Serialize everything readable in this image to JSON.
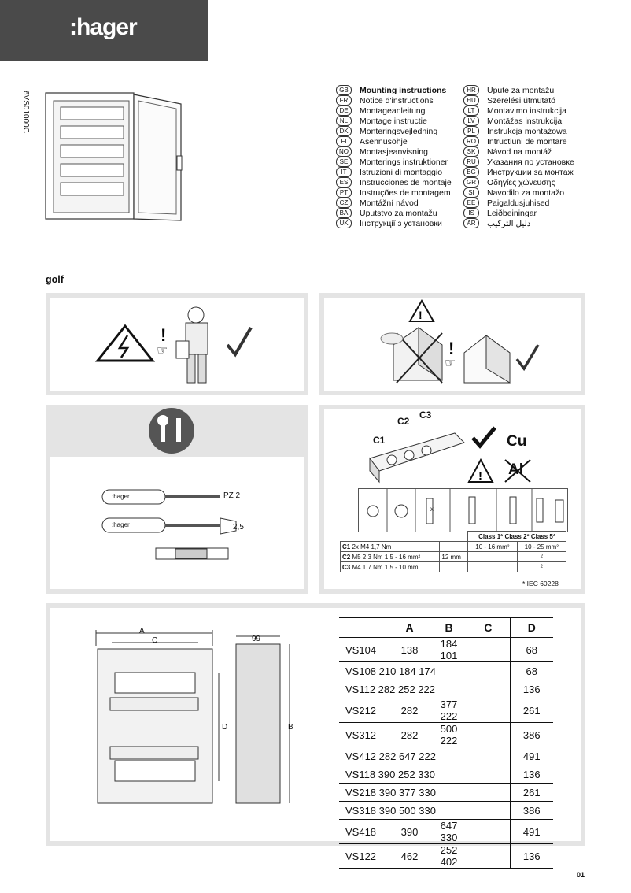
{
  "brand": ":hager",
  "doc_code": "6VS01000C",
  "languages_left": [
    {
      "code": "GB",
      "title": "Mounting instructions",
      "bold": true
    },
    {
      "code": "FR",
      "title": "Notice d'instructions"
    },
    {
      "code": "DE",
      "title": "Montageanleitung"
    },
    {
      "code": "NL",
      "title": "Montage instructie"
    },
    {
      "code": "DK",
      "title": "Monteringsvejledning"
    },
    {
      "code": "FI",
      "title": "Asennusohje"
    },
    {
      "code": "NO",
      "title": "Montasjeanvisning"
    },
    {
      "code": "SE",
      "title": "Monterings instruktioner"
    },
    {
      "code": "IT",
      "title": "Istruzioni di montaggio"
    },
    {
      "code": "ES",
      "title": "Instrucciones de montaje"
    },
    {
      "code": "PT",
      "title": "Instruções de montagem"
    },
    {
      "code": "CZ",
      "title": "Montážní návod"
    },
    {
      "code": "BA",
      "title": "Uputstvo za montažu"
    },
    {
      "code": "UK",
      "title": "Інструкції з установки"
    }
  ],
  "languages_right": [
    {
      "code": "HR",
      "title": "Upute za montažu"
    },
    {
      "code": "HU",
      "title": "Szerelési útmutató"
    },
    {
      "code": "LT",
      "title": "Montavimo instrukcija"
    },
    {
      "code": "LV",
      "title": "Montāžas instrukcija"
    },
    {
      "code": "PL",
      "title": "Instrukcja montażowa"
    },
    {
      "code": "RO",
      "title": "Intructiuni de montare"
    },
    {
      "code": "SK",
      "title": "Návod na montáž"
    },
    {
      "code": "RU",
      "title": "Указания по установке"
    },
    {
      "code": "BG",
      "title": "Инструкции за монтаж"
    },
    {
      "code": "GR",
      "title": "Οδηγίες χώνευσης"
    },
    {
      "code": "SI",
      "title": "Navodilo za montažo"
    },
    {
      "code": "EE",
      "title": "Paigaldusjuhised"
    },
    {
      "code": "IS",
      "title": "Leiðbeiningar"
    },
    {
      "code": "AR",
      "title": "دليل التركيب"
    }
  ],
  "section_label": "golf",
  "tools": {
    "pz": "PZ 2",
    "flat": "2,5",
    "brand_on_tool": ":hager"
  },
  "terminals": {
    "c1": "C1",
    "c2": "C2",
    "c3": "C3",
    "cu": "Cu",
    "al": "Al"
  },
  "wire_table": {
    "x_label": "x",
    "header_classes": "Class 1* Class 2* Class 5*",
    "rows": [
      {
        "id": "C1",
        "spec": "2x M4 1,7 Nm",
        "len": "",
        "class1": "10 - 16 mm²",
        "class25": "10 - 25 mm²"
      },
      {
        "id": "C2",
        "spec": "M5 2,3 Nm 1,5 - 16 mm²",
        "len": "12 mm",
        "class1": "",
        "class25": "2"
      },
      {
        "id": "C3",
        "spec": "M4 1,7 Nm 1,5 - 10 mm",
        "len": "",
        "class1": "",
        "class25": "2"
      }
    ],
    "footnote": "* IEC 60228"
  },
  "dims_drawing": {
    "a": "A",
    "c": "C",
    "d": "D",
    "b": "B",
    "depth": "99"
  },
  "dim_table": {
    "headers": [
      "",
      "A",
      "B",
      "C",
      "D"
    ],
    "rows": [
      [
        "VS104",
        "138",
        "184 101",
        "",
        "68"
      ],
      [
        "VS108 210 184 174",
        "",
        "",
        "",
        "68"
      ],
      [
        "VS112 282 252 222",
        "",
        "",
        "",
        "136"
      ],
      [
        "VS212",
        "282",
        "377 222",
        "",
        "261"
      ],
      [
        "VS312",
        "282",
        "500 222",
        "",
        "386"
      ],
      [
        "VS412 282 647 222",
        "",
        "",
        "",
        "491"
      ],
      [
        "VS118 390 252 330",
        "",
        "",
        "",
        "136"
      ],
      [
        "VS218 390 377 330",
        "",
        "",
        "",
        "261"
      ],
      [
        "VS318 390 500 330",
        "",
        "",
        "",
        "386"
      ],
      [
        "VS418",
        "390",
        "647 330",
        "",
        "491"
      ],
      [
        "VS122",
        "462",
        "252 402",
        "",
        "136"
      ]
    ]
  },
  "page_number": "01"
}
